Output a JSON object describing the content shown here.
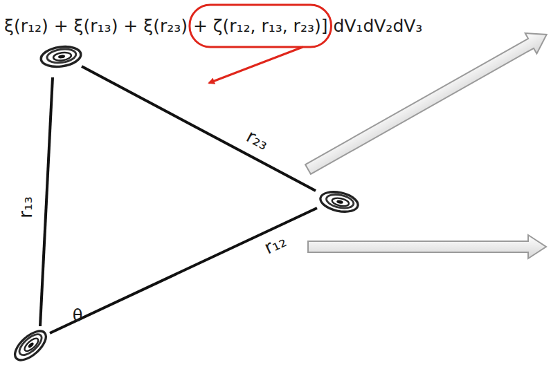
{
  "diagram": {
    "labels": [
      "ξ(r₁₂) + ξ(r₁₃) + ξ(r₂₃) + ζ(r₁₂, r₁₃, r₂₃)] dV₁dV₂dV₃",
      "r₂₃",
      "r₁₃",
      "r₁₂",
      "θ"
    ]
  }
}
